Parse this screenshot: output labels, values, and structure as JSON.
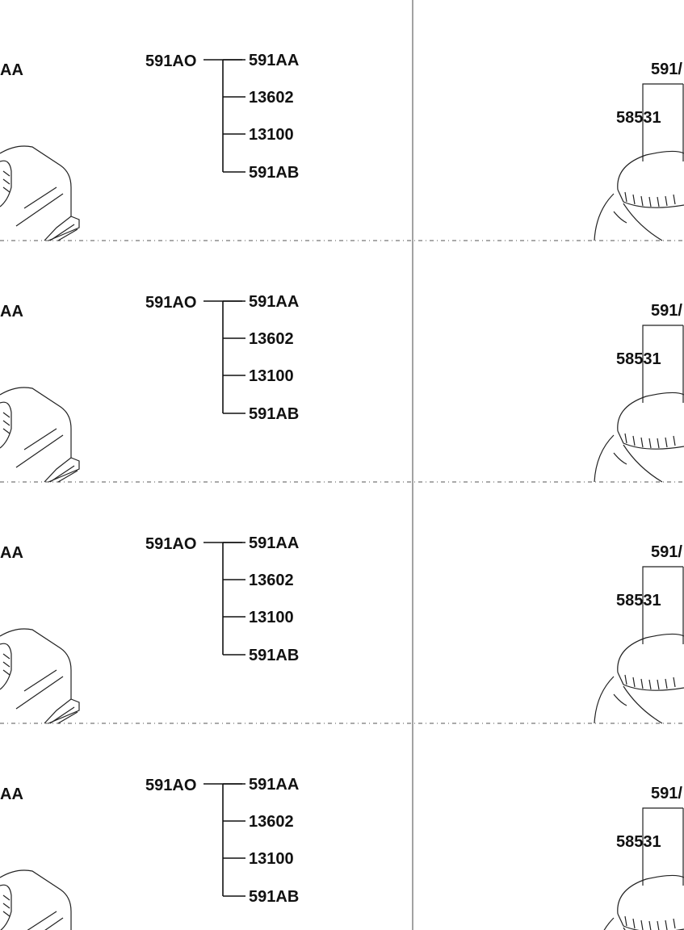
{
  "panels": [
    {
      "left_cut_label": "AA",
      "tree": {
        "root": "591AO",
        "children": [
          "591AA",
          "13602",
          "13100",
          "591AB"
        ]
      },
      "callout": {
        "top_label": "591/",
        "side_label": "58531"
      }
    },
    {
      "left_cut_label": "AA",
      "tree": {
        "root": "591AO",
        "children": [
          "591AA",
          "13602",
          "13100",
          "591AB"
        ]
      },
      "callout": {
        "top_label": "591/",
        "side_label": "58531"
      }
    },
    {
      "left_cut_label": "AA",
      "tree": {
        "root": "591AO",
        "children": [
          "591AA",
          "13602",
          "13100",
          "591AB"
        ]
      },
      "callout": {
        "top_label": "591/",
        "side_label": "58531"
      }
    },
    {
      "left_cut_label": "AA",
      "tree": {
        "root": "591AO",
        "children": [
          "591AA",
          "13602",
          "13100",
          "591AB"
        ]
      },
      "callout": {
        "top_label": "591/",
        "side_label": "58531"
      }
    }
  ],
  "icons": {
    "reservoir_left": "fluid-reservoir-icon",
    "cap_right": "reservoir-cap-icon"
  }
}
